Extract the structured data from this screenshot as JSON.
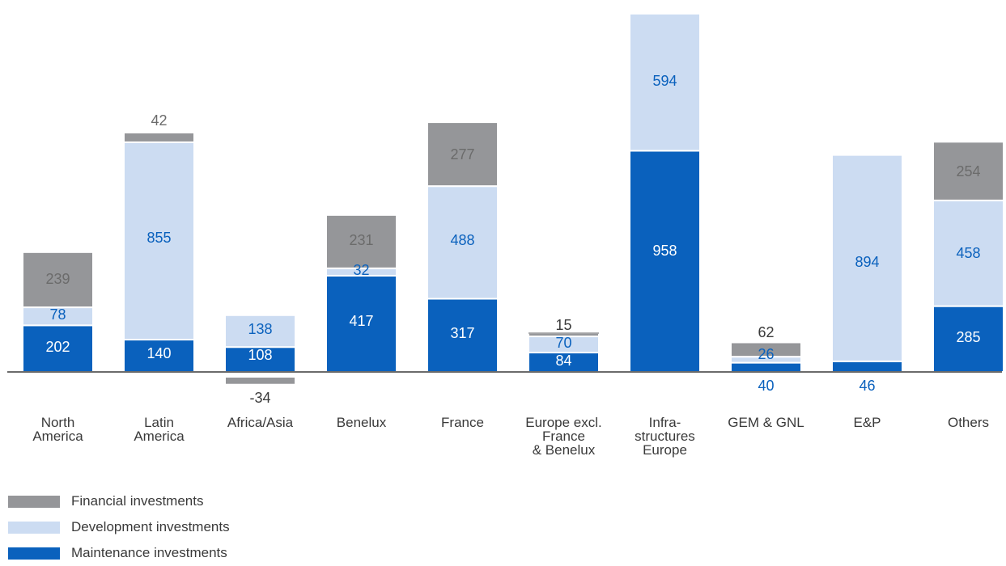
{
  "chart_data": {
    "type": "bar",
    "stacked": true,
    "categories": [
      "North\nAmerica",
      "Latin\nAmerica",
      "Africa/Asia",
      "Benelux",
      "France",
      "Europe excl.\nFrance\n& Benelux",
      "Infra-\nstructures\nEurope",
      "GEM & GNL",
      "E&P",
      "Others"
    ],
    "series": [
      {
        "name": "Maintenance investments",
        "color": "#0a61bd",
        "values": [
          202,
          140,
          108,
          417,
          317,
          84,
          958,
          40,
          46,
          285
        ]
      },
      {
        "name": "Development investments",
        "color": "#ccdcf2",
        "values": [
          78,
          855,
          138,
          32,
          488,
          70,
          594,
          26,
          894,
          458
        ]
      },
      {
        "name": "Financial investments",
        "color": "#959699",
        "values": [
          239,
          42,
          -34,
          231,
          277,
          15,
          0,
          62,
          0,
          254
        ]
      }
    ],
    "ylim": [
      -100,
      1552
    ],
    "grid": false,
    "legend_position": "bottom-left"
  }
}
